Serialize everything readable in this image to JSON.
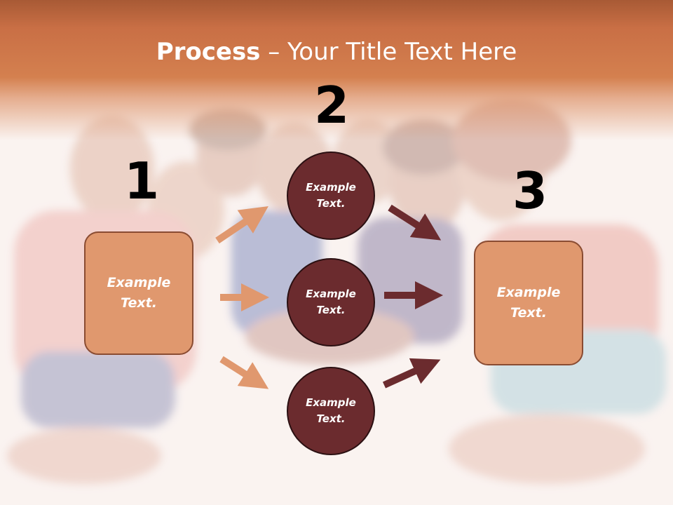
{
  "title": {
    "bold": "Process",
    "rest": " – Your Title Text Here"
  },
  "steps": {
    "one": "1",
    "two": "2",
    "three": "3"
  },
  "left_box": {
    "text": "Example Text."
  },
  "right_box": {
    "text": "Example Text."
  },
  "circles": [
    {
      "text": "Example Text."
    },
    {
      "text": "Example Text."
    },
    {
      "text": "Example Text."
    }
  ],
  "colors": {
    "header": "#d4804f",
    "box_fill": "#e0986e",
    "box_border": "#8a4c32",
    "circle_fill": "#6b2b2e",
    "arrow_light": "#e0986e",
    "arrow_dark": "#6b2b2e"
  },
  "background_image": "group-of-children-photo"
}
